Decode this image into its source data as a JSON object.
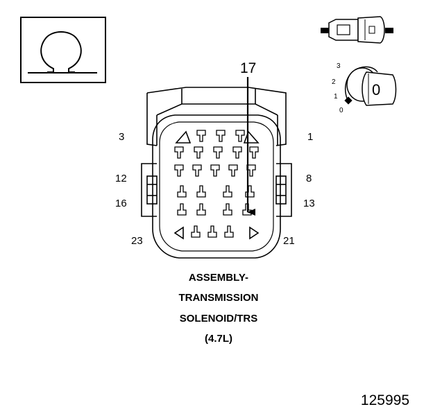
{
  "ohm_symbol": {
    "glyph": "Ω",
    "icon": "ohmmeter-icon"
  },
  "key_dial": {
    "positions": [
      "3",
      "2",
      "1",
      "0"
    ],
    "key_face": "0"
  },
  "connector": {
    "callout_pin": "17",
    "pin_labels": {
      "top_left": "3",
      "top_right": "1",
      "mid_left": "12",
      "mid_right": "8",
      "lower_left": "16",
      "lower_right": "13",
      "bottom_left": "23",
      "bottom_right": "21"
    }
  },
  "caption": {
    "line1": "ASSEMBLY-",
    "line2": "TRANSMISSION",
    "line3": "SOLENOID/TRS",
    "line4": "(4.7L)"
  },
  "reference_number": "125995"
}
